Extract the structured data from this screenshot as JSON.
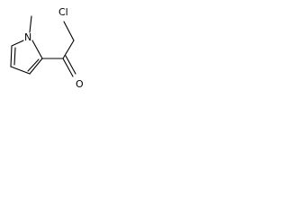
{
  "molecule": {
    "atoms": {
      "cl": "Cl",
      "n": "N",
      "o": "O"
    },
    "colors": {
      "bond": "#000000",
      "label": "#000000",
      "background": "#ffffff"
    }
  }
}
